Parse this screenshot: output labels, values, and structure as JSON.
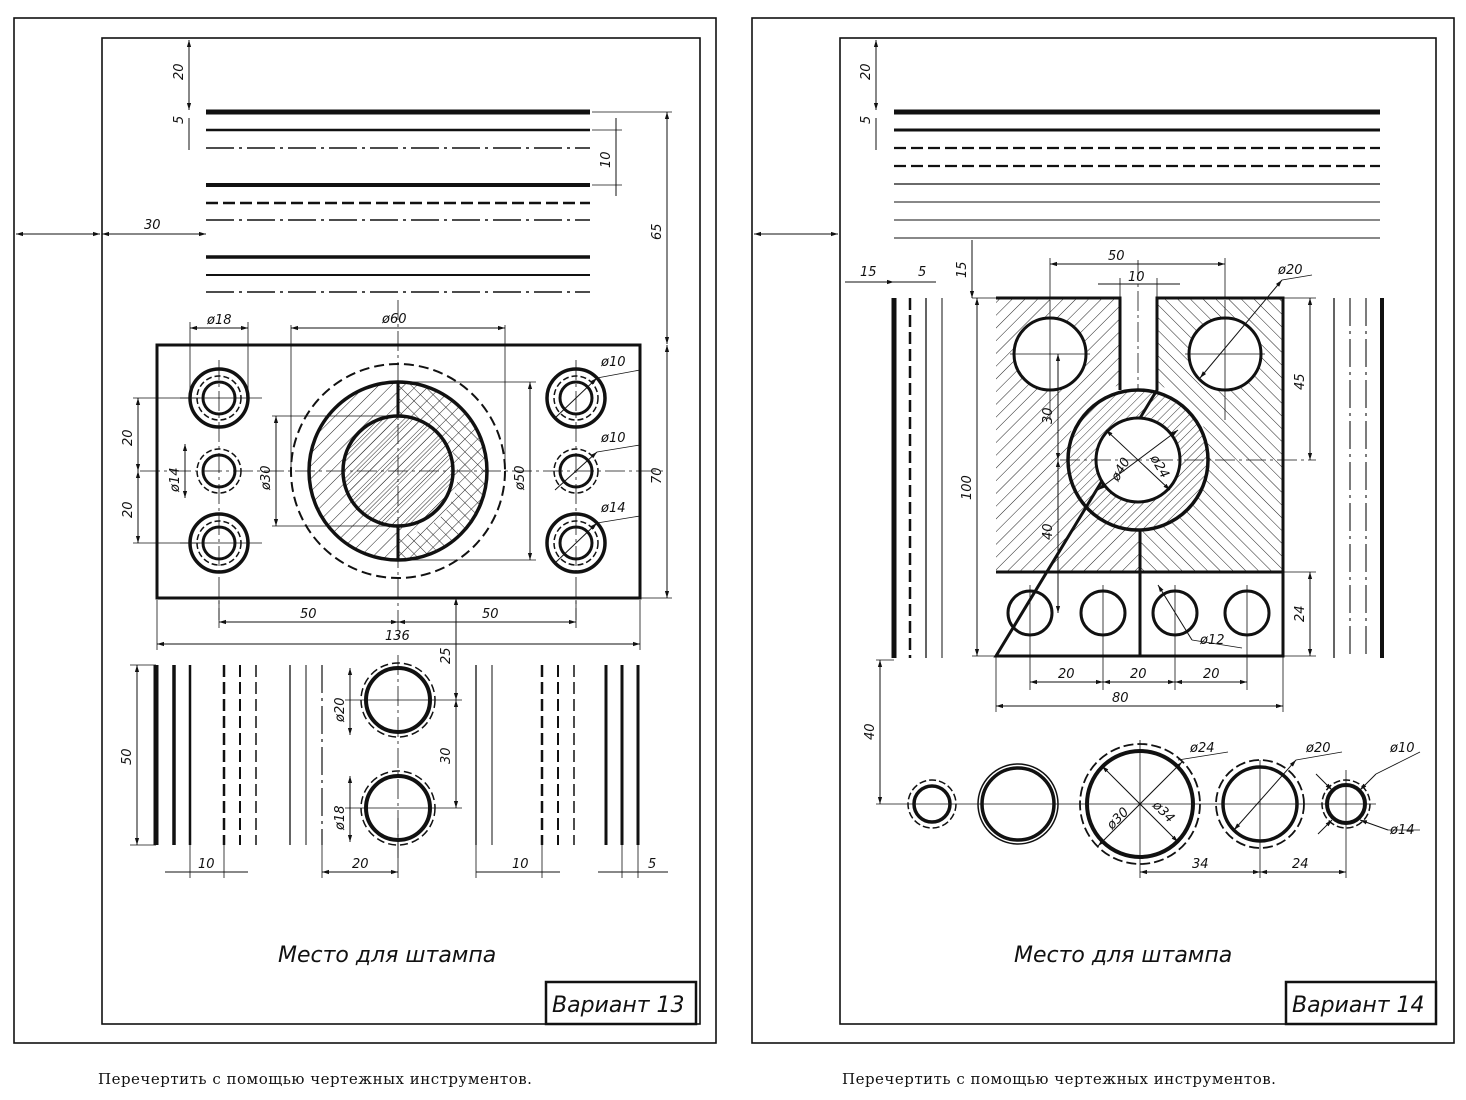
{
  "sheets": [
    {
      "stamp_label": "Место для штампа",
      "variant": "Вариант 13",
      "caption": "Перечертить с помощью чертежных инструментов.",
      "dims": {
        "d20": "20",
        "d5": "5",
        "d10": "10",
        "d30": "30",
        "d65": "65",
        "dia18": "ø18",
        "dia60": "ø60",
        "dia10a": "ø10",
        "dia10b": "ø10",
        "dia14r": "ø14",
        "dia14l": "ø14",
        "dia30": "ø30",
        "dia50": "ø50",
        "d70": "70",
        "d20a": "20",
        "d20b": "20",
        "d50a": "50",
        "d50b": "50",
        "d136": "136",
        "d25": "25",
        "dia20c": "ø20",
        "d30b": "30",
        "dia18c": "ø18",
        "d50v": "50",
        "d10a": "10",
        "d20c": "20",
        "d10b": "10",
        "d5b": "5"
      }
    },
    {
      "stamp_label": "Место для штампа",
      "variant": "Вариант 14",
      "caption": "Перечертить с помощью чертежных инструментов.",
      "dims": {
        "d20": "20",
        "d5": "5",
        "d15a": "15",
        "d5b": "5",
        "d15b": "15",
        "d50": "50",
        "d10": "10",
        "dia20": "ø20",
        "d45": "45",
        "d30": "30",
        "d100": "100",
        "d40": "40",
        "dia40": "ø40",
        "dia24": "ø24",
        "d24": "24",
        "dia12": "ø12",
        "d20a": "20",
        "d20b": "20",
        "d20c": "20",
        "d80": "80",
        "d40b": "40",
        "dia24b": "ø24",
        "dia20b": "ø20",
        "dia10": "ø10",
        "dia30": "ø30",
        "dia34": "ø34",
        "dia14": "ø14",
        "d34": "34",
        "d24b": "24"
      }
    }
  ]
}
